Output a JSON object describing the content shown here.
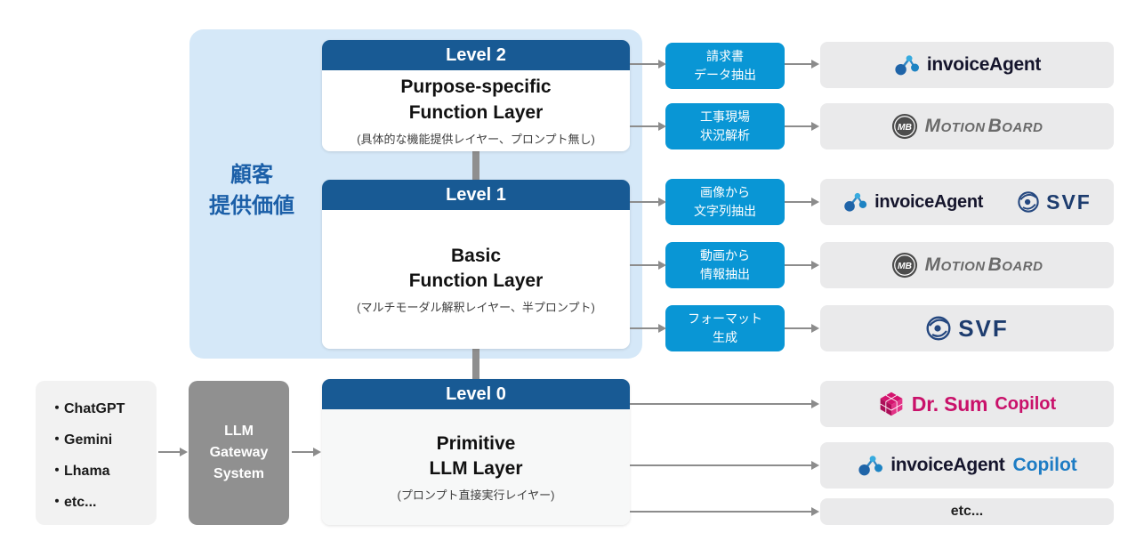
{
  "customer_value": {
    "line1": "顧客",
    "line2": "提供価値"
  },
  "levels": [
    {
      "header": "Level 2",
      "title_line1": "Purpose-specific",
      "title_line2": "Function Layer",
      "subtitle": "(具体的な機能提供レイヤー、プロンプト無し)"
    },
    {
      "header": "Level 1",
      "title_line1": "Basic",
      "title_line2": "Function Layer",
      "subtitle": "(マルチモーダル解釈レイヤー、半プロンプト)"
    },
    {
      "header": "Level 0",
      "title_line1": "Primitive",
      "title_line2": "LLM Layer",
      "subtitle": "(プロンプト直接実行レイヤー)"
    }
  ],
  "llm_sources": {
    "items": [
      "・ChatGPT",
      "・Gemini",
      "・Lhama",
      "・etc..."
    ]
  },
  "gateway": {
    "line1": "LLM",
    "line2": "Gateway",
    "line3": "System"
  },
  "function_boxes": [
    {
      "line1": "請求書",
      "line2": "データ抽出"
    },
    {
      "line1": "工事現場",
      "line2": "状況解析"
    },
    {
      "line1": "画像から",
      "line2": "文字列抽出"
    },
    {
      "line1": "動画から",
      "line2": "情報抽出"
    },
    {
      "line1": "フォーマット",
      "line2": "生成"
    }
  ],
  "logos": {
    "invoiceagent": "invoiceAgent",
    "mb_badge": "MB",
    "mb_m": "M",
    "mb_otion": "OTION",
    "mb_b": "B",
    "mb_oard": "OARD",
    "svf": "SVF",
    "drsum": "Dr. Sum",
    "copilot": "Copilot",
    "etc": "etc..."
  },
  "colors": {
    "container_bg": "#d5e8f8",
    "level_header_blue": "#185a94",
    "function_box_blue": "#0996d5",
    "value_label_blue": "#1b5fa8",
    "gateway_gray": "#909090",
    "product_box_gray": "#eaeaeb",
    "arrow_gray": "#8c8c8c",
    "drsum_magenta": "#c9116a",
    "copilot_blue": "#1d7cc4",
    "svf_navy": "#1d3c6e"
  }
}
